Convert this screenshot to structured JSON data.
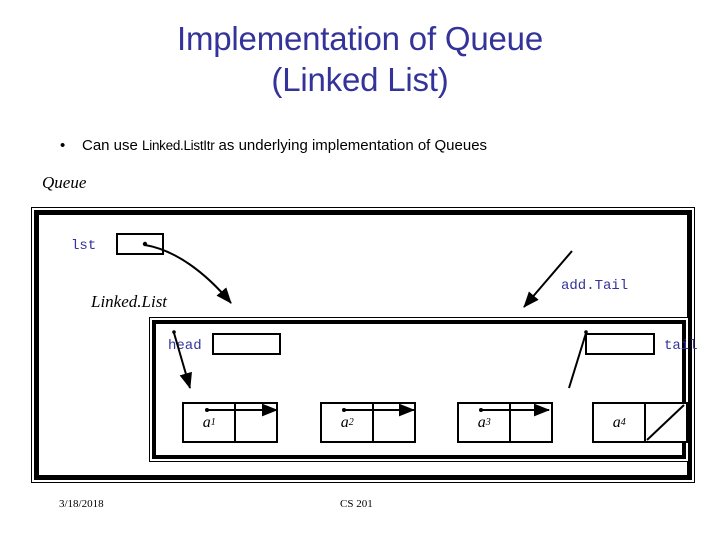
{
  "slide": {
    "title_lines": [
      "Implementation of Queue",
      "(Linked List)"
    ],
    "title_color": "#333399",
    "bullet": {
      "marker": "•",
      "text_before": "Can use ",
      "code": "Linked.ListItr",
      "text_after": " as underlying implementation of Queues"
    },
    "queue_caption": "Queue"
  },
  "diagram": {
    "labels": {
      "lst": "lst",
      "linkedlist": "Linked.List",
      "head": "head",
      "tail": "tail",
      "addtail": "add.Tail"
    },
    "label_color": "#333399",
    "nodes": [
      {
        "value": "a",
        "subscript": "1",
        "next": "pointer"
      },
      {
        "value": "a",
        "subscript": "2",
        "next": "pointer"
      },
      {
        "value": "a",
        "subscript": "3",
        "next": "pointer"
      },
      {
        "value": "a",
        "subscript": "4",
        "next": "null"
      }
    ]
  },
  "footer": {
    "date": "3/18/2018",
    "course": "CS 201"
  }
}
